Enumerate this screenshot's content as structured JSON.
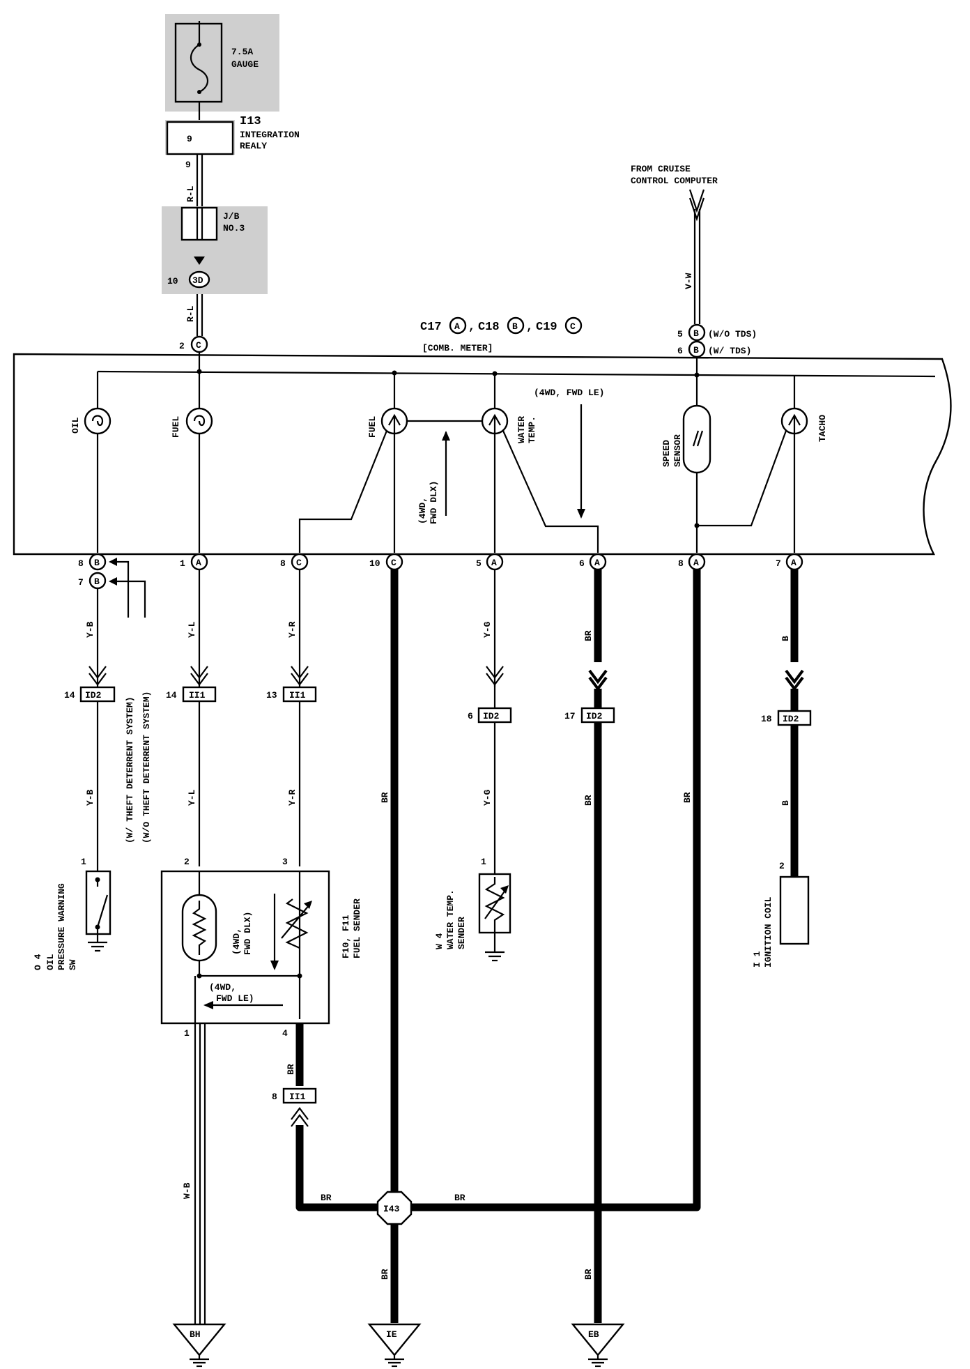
{
  "top": {
    "fuse_rating": "7.5A",
    "fuse_name": "GAUGE",
    "relay_id": "I13",
    "relay_name_1": "INTEGRATION",
    "relay_name_2": "REALY",
    "relay_pin": "9",
    "relay_out_pin": "9",
    "wire_rl": "R-L",
    "jb_name_1": "J/B",
    "jb_name_2": "NO.3",
    "jb_pin": "10",
    "jb_connector": "3D",
    "meter_pin": "2",
    "meter_conn": "C"
  },
  "cruise": {
    "line1": "FROM CRUISE",
    "line2": "CONTROL COMPUTER",
    "wire": "V-W",
    "pin_a": "5",
    "conn_a": "B",
    "note_a": "(W/O TDS)",
    "pin_b": "6",
    "conn_b": "B",
    "note_b": "(W/ TDS)"
  },
  "meter": {
    "conn_c17": "C17",
    "conn_c18": "C18",
    "conn_c19": "C19",
    "letter_a": "A",
    "letter_b": "B",
    "letter_c": "C",
    "name": "[COMB. METER]",
    "oil": "OIL",
    "fuel_lamp": "FUEL",
    "fuel_gauge": "FUEL",
    "water_1": "WATER",
    "water_2": "TEMP.",
    "le_note": "(4WD, FWD LE)",
    "dlx_1": "(4WD,",
    "dlx_2": "FWD DLX)",
    "speed_1": "SPEED",
    "speed_2": "SENSOR",
    "tacho": "TACHO"
  },
  "bottom_pins": [
    {
      "pin": "8",
      "conn": "B"
    },
    {
      "pin": "7",
      "conn": "B"
    },
    {
      "pin": "1",
      "conn": "A"
    },
    {
      "pin": "8",
      "conn": "C"
    },
    {
      "pin": "10",
      "conn": "C"
    },
    {
      "pin": "5",
      "conn": "A"
    },
    {
      "pin": "6",
      "conn": "A"
    },
    {
      "pin": "8",
      "conn": "A"
    },
    {
      "pin": "7",
      "conn": "A"
    }
  ],
  "tds_notes": {
    "with": "(W/ THEFT DETERRENT SYSTEM)",
    "without": "(W/O THEFT DETERRENT SYSTEM)"
  },
  "wires": {
    "yb": "Y-B",
    "yl": "Y-L",
    "yr": "Y-R",
    "br": "BR",
    "yg": "Y-G",
    "b": "B",
    "wb": "W-B"
  },
  "junctions": [
    {
      "pin": "14",
      "id": "ID2"
    },
    {
      "pin": "14",
      "id": "II1"
    },
    {
      "pin": "13",
      "id": "II1"
    },
    {
      "pin": "6",
      "id": "ID2"
    },
    {
      "pin": "17",
      "id": "ID2"
    },
    {
      "pin": "18",
      "id": "ID2"
    },
    {
      "pin": "8",
      "id": "II1"
    }
  ],
  "oil_switch": {
    "pin": "1",
    "id": "O 4",
    "name_1": "OIL",
    "name_2": "PRESSURE WARNING",
    "name_3": "SW"
  },
  "fuel_sender": {
    "pin_2": "2",
    "pin_3": "3",
    "pin_1": "1",
    "pin_4": "4",
    "id": "F10, F11",
    "name": "FUEL SENDER",
    "dlx_1": "(4WD,",
    "dlx_2": "FWD DLX)",
    "le_1": "(4WD,",
    "le_2": "FWD LE)"
  },
  "water_sender": {
    "pin": "1",
    "id": "W 4",
    "name_1": "WATER TEMP.",
    "name_2": "SENDER"
  },
  "ignition_coil": {
    "pin": "2",
    "id": "I 1",
    "name": "IGNITION COIL"
  },
  "splice": "I43",
  "grounds": [
    "BH",
    "IE",
    "EB"
  ]
}
